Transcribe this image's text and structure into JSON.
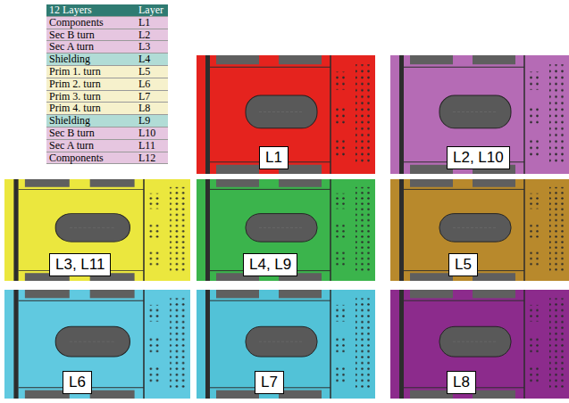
{
  "diagram": {
    "nodes": [
      {
        "text": [
          "L1"
        ]
      },
      {
        "text": [
          "L2, L10"
        ]
      },
      {
        "text": [
          "L3, L11"
        ]
      },
      {
        "text": [
          "L4, L9"
        ]
      },
      {
        "text": [
          "L5"
        ]
      },
      {
        "text": [
          "L6"
        ]
      },
      {
        "text": [
          "L7"
        ]
      },
      {
        "text": [
          "L8"
        ]
      }
    ],
    "labels": [
      "12 Layers",
      "Layer",
      "Components",
      "L1",
      "Sec B turn",
      "L2",
      "Sec A turn",
      "L3",
      "Shielding",
      "L4",
      "Prim 1. turn",
      "L5",
      "Prim 2. turn",
      "L6",
      "Prim 3. turn",
      "L7",
      "Prim 4. turn",
      "L8",
      "Shielding",
      "L9",
      "Sec B turn",
      "L10",
      "Sec A turn",
      "L11",
      "Components",
      "L12"
    ]
  }
}
